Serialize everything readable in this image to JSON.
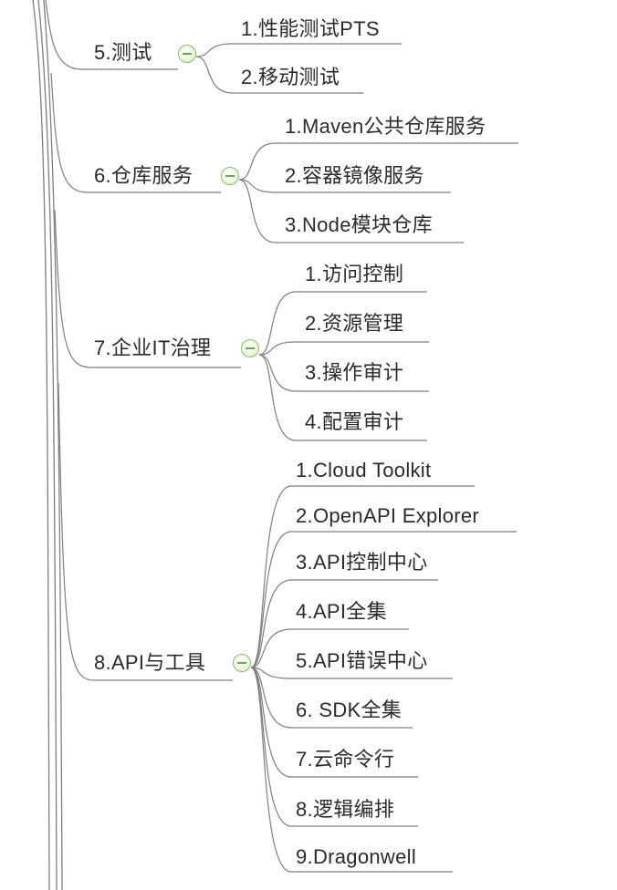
{
  "groups": [
    {
      "label": "5.测试",
      "children": [
        "1.性能测试PTS",
        "2.移动测试"
      ]
    },
    {
      "label": "6.仓库服务",
      "children": [
        "1.Maven公共仓库服务",
        "2.容器镜像服务",
        "3.Node模块仓库"
      ]
    },
    {
      "label": "7.企业IT治理",
      "children": [
        "1.访问控制",
        "2.资源管理",
        "3.操作审计",
        "4.配置审计"
      ]
    },
    {
      "label": "8.API与工具",
      "children": [
        "1.Cloud Toolkit",
        "2.OpenAPI Explorer",
        "3.API控制中心",
        "4.API全集",
        "5.API错误中心",
        "6. SDK全集",
        "7.云命令行",
        "8.逻辑编排",
        "9.Dragonwell"
      ]
    }
  ],
  "colors": {
    "line": "#7f7f7f",
    "collapse_border": "#8dbf6a",
    "collapse_fill": "#eaf6df",
    "text": "#2b2b2b"
  },
  "collapse_icon": "minus-circle-icon"
}
